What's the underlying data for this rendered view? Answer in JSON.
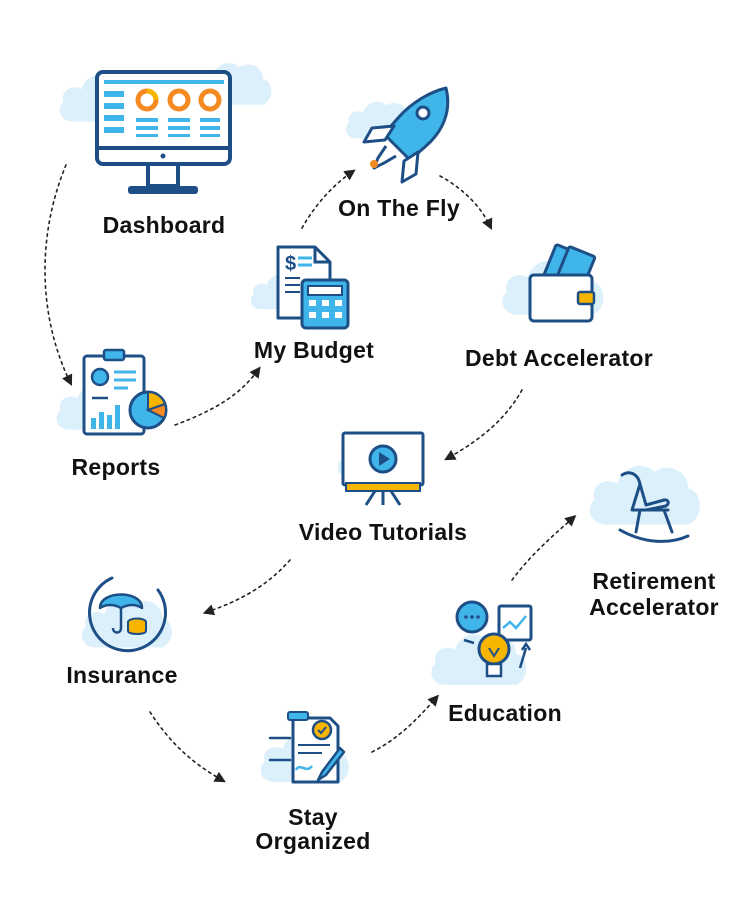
{
  "colors": {
    "cloud": "#dcf0fb",
    "outline": "#1d4f86",
    "light_blue": "#3fb5ea",
    "orange": "#f58a22",
    "yellow": "#f7b500",
    "arrow": "#222222"
  },
  "nodes": [
    {
      "id": "dashboard",
      "label": "Dashboard",
      "icon": "monitor-dashboard-icon"
    },
    {
      "id": "on-the-fly",
      "label": "On The Fly",
      "icon": "rocket-icon"
    },
    {
      "id": "my-budget",
      "label": "My Budget",
      "icon": "budget-calculator-icon"
    },
    {
      "id": "debt-accelerator",
      "label": "Debt Accelerator",
      "icon": "wallet-cards-icon"
    },
    {
      "id": "reports",
      "label": "Reports",
      "icon": "report-clipboard-icon"
    },
    {
      "id": "video-tutorials",
      "label": "Video Tutorials",
      "icon": "video-presentation-icon"
    },
    {
      "id": "retirement-accelerator",
      "label_line1": "Retirement",
      "label_line2": "Accelerator",
      "icon": "rocking-chair-icon"
    },
    {
      "id": "insurance",
      "label": "Insurance",
      "icon": "umbrella-coins-icon"
    },
    {
      "id": "education",
      "label": "Education",
      "icon": "lightbulb-chat-icon"
    },
    {
      "id": "stay-organized",
      "label_line1": "Stay",
      "label_line2": "Organized",
      "icon": "document-signature-icon"
    }
  ],
  "flow": [
    {
      "from": "dashboard",
      "to": "reports"
    },
    {
      "from": "reports",
      "to": "my-budget"
    },
    {
      "from": "my-budget",
      "to": "on-the-fly"
    },
    {
      "from": "on-the-fly",
      "to": "debt-accelerator"
    },
    {
      "from": "debt-accelerator",
      "to": "video-tutorials"
    },
    {
      "from": "video-tutorials",
      "to": "insurance"
    },
    {
      "from": "insurance",
      "to": "stay-organized"
    },
    {
      "from": "stay-organized",
      "to": "education"
    },
    {
      "from": "education",
      "to": "retirement-accelerator"
    }
  ]
}
